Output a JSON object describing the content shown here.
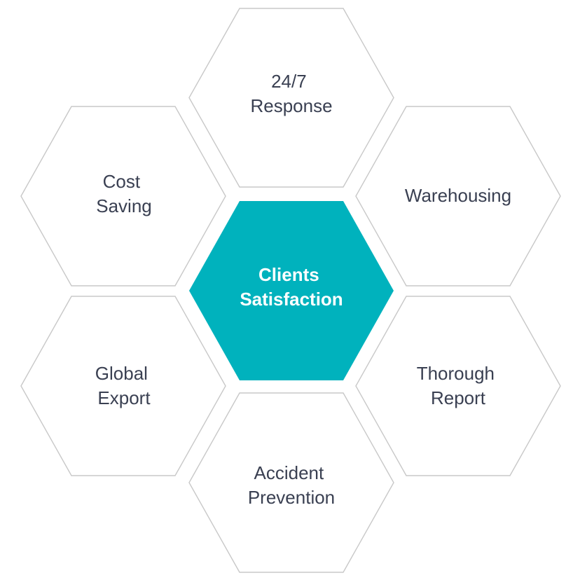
{
  "colors": {
    "center_fill": "#00b2bd",
    "outline": "#c8c8c8",
    "label": "#3a4052",
    "center_label": "#ffffff"
  },
  "hexagons": {
    "top": {
      "line1": "24/7",
      "line2": "Response"
    },
    "upper_left": {
      "line1": "Cost",
      "line2": "Saving"
    },
    "upper_right": {
      "line1": "Warehousing"
    },
    "center": {
      "line1": "Clients",
      "line2": "Satisfaction"
    },
    "lower_left": {
      "line1": "Global",
      "line2": "Export"
    },
    "lower_right": {
      "line1": "Thorough",
      "line2": "Report"
    },
    "bottom": {
      "line1": "Accident",
      "line2": "Prevention"
    }
  }
}
